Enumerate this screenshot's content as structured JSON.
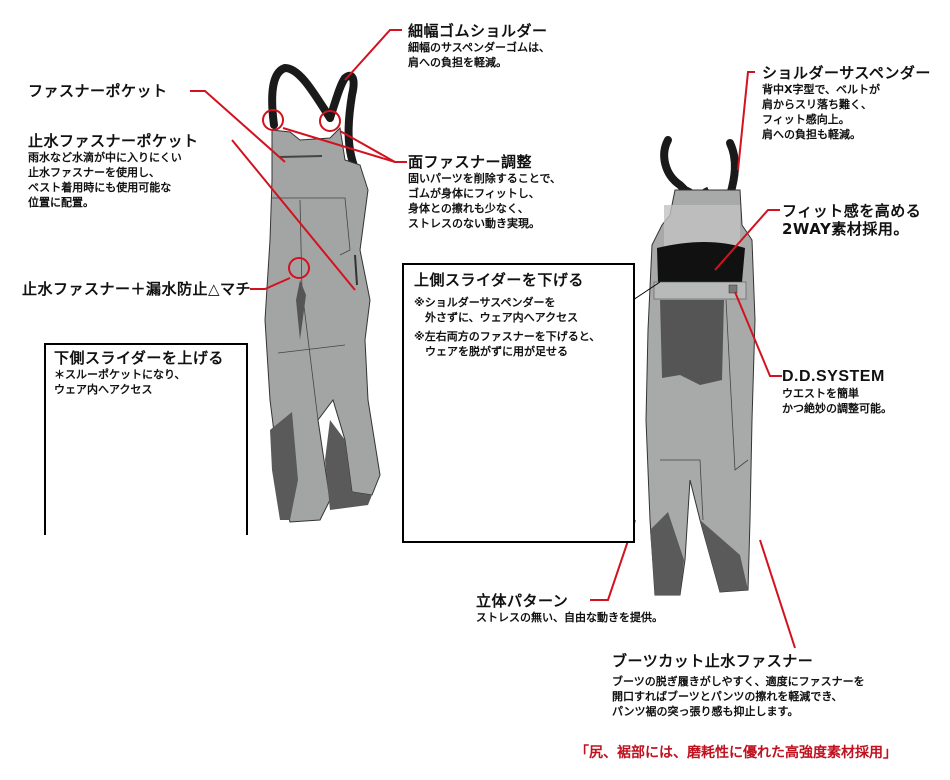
{
  "colors": {
    "accent_red": "#d2121f",
    "garment_gray": "#a3a5a4",
    "garment_dark": "#555555",
    "strap_black": "#1a1a1a"
  },
  "callouts": {
    "narrow_rubber_shoulder": {
      "title": "細幅ゴムショルダー",
      "body": "細幅のサスペンダーゴムは、\n肩への負担を軽減。"
    },
    "fastener_pocket": {
      "title": "ファスナーポケット"
    },
    "waterproof_fastener_pocket": {
      "title": "止水ファスナーポケット",
      "body": "雨水など水滴が中に入りにくい\n止水ファスナーを使用し、\nベスト着用時にも使用可能な\n位置に配置。"
    },
    "surface_fastener_adjust": {
      "title": "面ファスナー調整",
      "body": "固いパーツを削除することで、\nゴムが身体にフィットし、\n身体との擦れも少なく、\nストレスのない動き実現。"
    },
    "shoulder_suspender": {
      "title": "ショルダーサスペンダー",
      "body": "背中X字型で、ベルトが\n肩からスリ落ち難く、\nフィット感向上。\n肩への負担も軽減。"
    },
    "two_way_material": {
      "title": "フィット感を高める\n2WAY素材採用。"
    },
    "waterproof_gusset": {
      "title": "止水ファスナー＋漏水防止△マチ"
    },
    "upper_slider_box": {
      "title": "上側スライダーを下げる",
      "note1": "※ショルダーサスペンダーを\n　外さずに、ウェア内へアクセス",
      "note2": "※左右両方のファスナーを下げると、\n　ウェアを脱がずに用が足せる"
    },
    "lower_slider_box": {
      "title": "下側スライダーを上げる",
      "body": "＊スルーポケットになり、\nウェア内へアクセス"
    },
    "dd_system": {
      "title": "D.D.SYSTEM",
      "body": "ウエストを簡単\nかつ絶妙の調整可能。"
    },
    "3d_pattern": {
      "title": "立体パターン",
      "body": "ストレスの無い、自由な動きを提供。"
    },
    "bootcut_fastener": {
      "title": "ブーツカット止水ファスナー",
      "body": "ブーツの脱ぎ履きがしやすく、適度にファスナーを\n開口すればブーツとパンツの擦れを軽減でき、\nパンツ裾の突っ張り感も抑止します。"
    }
  },
  "footer": {
    "note": "「尻、裾部には、磨耗性に優れた高強度素材採用」"
  }
}
